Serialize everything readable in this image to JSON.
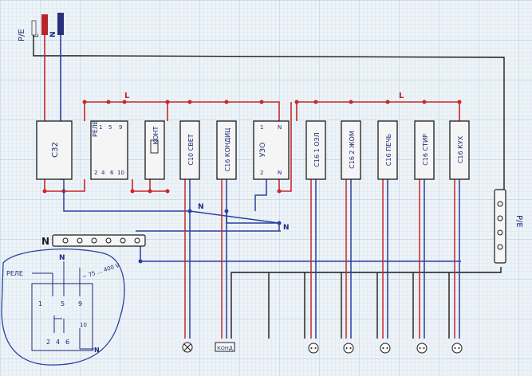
{
  "colors": {
    "paper": "#edf3f7",
    "grid_minor": "#c9dbea",
    "grid_major": "#a9c6df",
    "phase": "#c8262a",
    "neutral": "#2a3fa0",
    "ground": "#1b1b1b",
    "ink": "#1e2a7a"
  },
  "terminals": {
    "pe": "P/E",
    "l": "L",
    "n": "N"
  },
  "bus_labels": {
    "phase_top_left": "L",
    "phase_top_right": "L",
    "neutral_node_1": "N",
    "neutral_node_2": "N",
    "neutral_bar": "N",
    "ground_bar": "P/E"
  },
  "breakers": [
    {
      "label": "C32",
      "kind": "main"
    },
    {
      "label": "РЕЛЕ",
      "kind": "relay",
      "pins_top": [
        "1",
        "5",
        "9"
      ],
      "pins_bottom": [
        "2",
        "4",
        "6",
        "10"
      ]
    },
    {
      "label": "КОНТ",
      "kind": "contactor"
    },
    {
      "label": "C10 СВЕТ",
      "kind": "mcb"
    },
    {
      "label": "C16 КОНДИЦ",
      "kind": "mcb"
    },
    {
      "label": "УЗО",
      "kind": "rcd",
      "pins_top": [
        "1",
        "N"
      ],
      "pins_bottom": [
        "2",
        "N"
      ]
    },
    {
      "label": "C16 1 ОЗЛ",
      "kind": "mcb"
    },
    {
      "label": "C16 2 ЖОМ",
      "kind": "mcb"
    },
    {
      "label": "C16 ПЕЧЬ",
      "kind": "mcb"
    },
    {
      "label": "C16 СТИР",
      "kind": "mcb"
    },
    {
      "label": "C16 КУХ",
      "kind": "mcb"
    }
  ],
  "inset": {
    "relay_label": "РЕЛЕ",
    "neutral": "N",
    "voltage": "~ 75 ... 400 V",
    "pins_top": [
      "1",
      "5",
      "9"
    ],
    "pins_bottom": [
      "2",
      "4",
      "6"
    ],
    "pin_side": "10",
    "neutral_bottom": "N"
  },
  "loads": [
    {
      "symbol": "lamp"
    },
    {
      "symbol": "box",
      "label": "КОНД"
    },
    {
      "symbol": "socket"
    },
    {
      "symbol": "socket"
    },
    {
      "symbol": "socket"
    },
    {
      "symbol": "socket"
    },
    {
      "symbol": "socket"
    }
  ]
}
